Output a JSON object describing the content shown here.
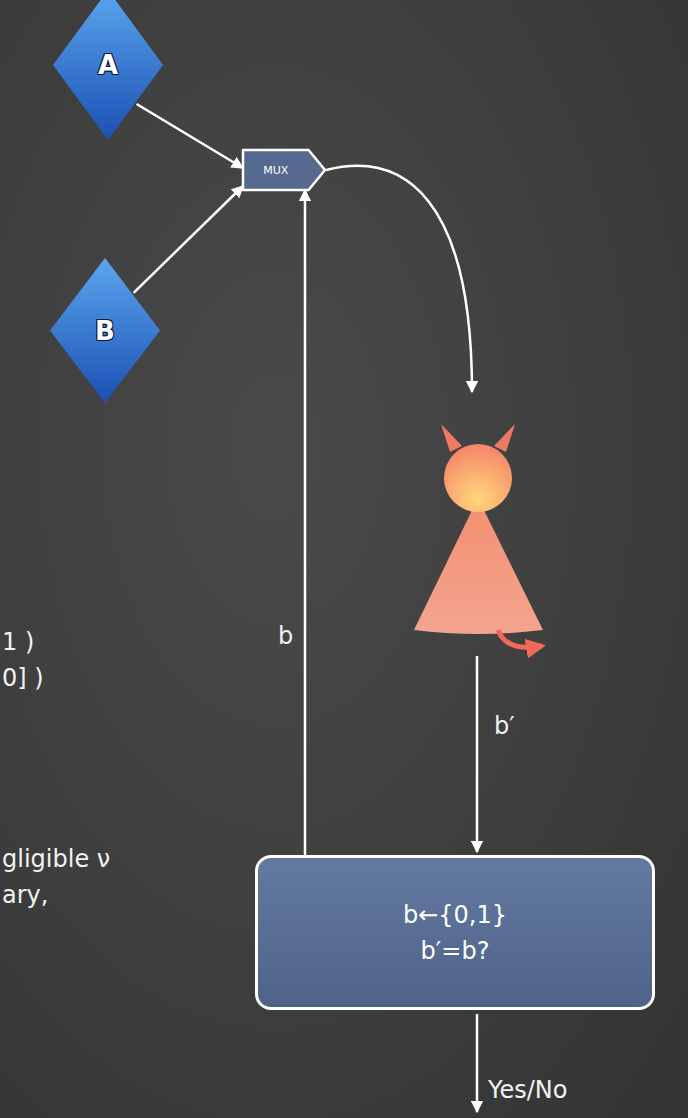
{
  "diagram": {
    "nodes": [
      {
        "text": [
          "A"
        ]
      },
      {
        "text": [
          "B"
        ]
      },
      {
        "text": [
          "MUX"
        ]
      },
      {
        "text": [
          "b←{0,1}",
          "b′=b?"
        ]
      }
    ],
    "edges": [
      {
        "from": 0,
        "to": 2,
        "arrow": "to"
      },
      {
        "from": 1,
        "to": 2,
        "arrow": "to"
      },
      {
        "from": 3,
        "to": 2,
        "label": "b",
        "arrow": "to"
      }
    ],
    "labels": [
      "1 )",
      "0] )",
      "b′",
      "gligible ν",
      "ary,",
      "Yes/No"
    ]
  }
}
